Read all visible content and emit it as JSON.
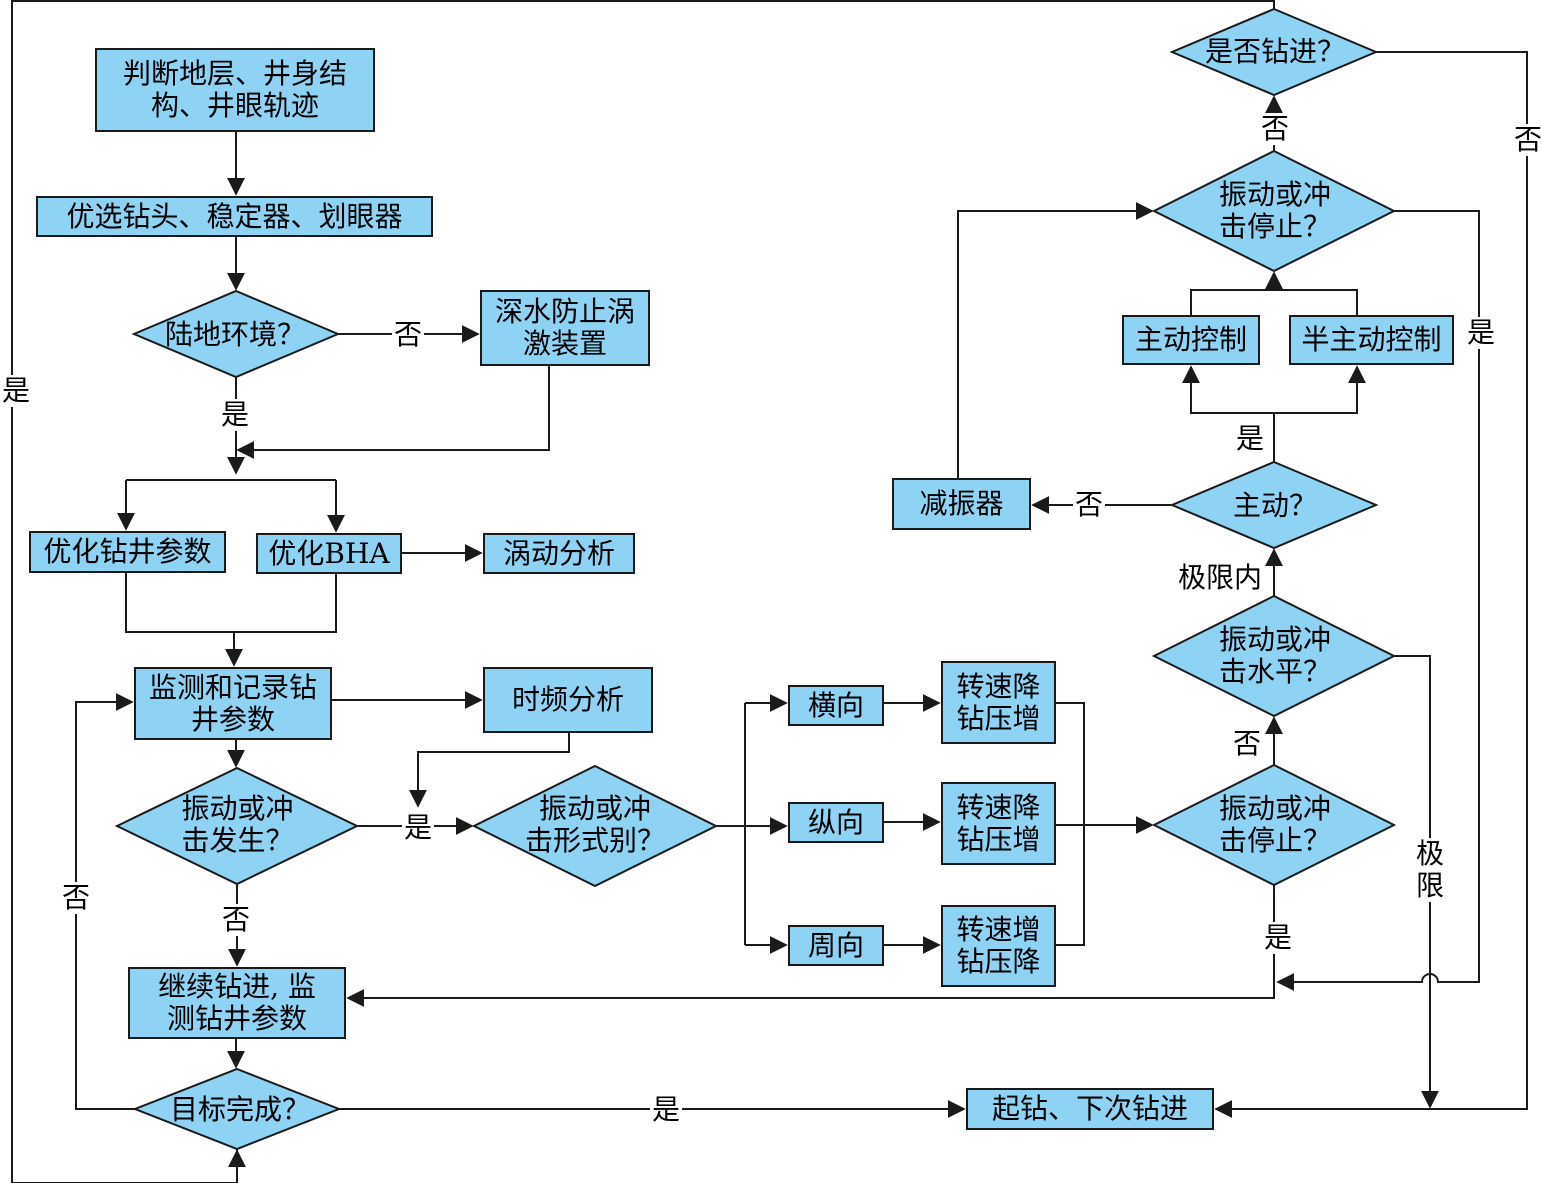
{
  "colors": {
    "box_fill": "#8fd3f4",
    "stroke": "#1a1a1a",
    "background": "#ffffff"
  },
  "nodes": {
    "judge": "判断地层、井身结\n构、井眼轨迹",
    "select_bit": "优选钻头、稳定器、划眼器",
    "land_env": "陆地环境？",
    "deepwater": "深水防止涡\n激装置",
    "opt_params": "优化钻井参数",
    "opt_bha": "优化BHA",
    "whirl": "涡动分析",
    "monitor": "监测和记录钻\n井参数",
    "tf_analysis": "时频分析",
    "vib_occur": "振动或冲\n击发生？",
    "vib_type": "振动或冲\n击形式别？",
    "lateral": "横向",
    "axial": "纵向",
    "torsional": "周向",
    "act_lateral": "转速降\n钻压增",
    "act_axial": "转速降\n钻压增",
    "act_torsional": "转速增\n钻压降",
    "continue_drill": "继续钻进, 监\n测钻井参数",
    "goal_done": "目标完成？",
    "trip": "起钻、下次钻进",
    "vib_stop1": "振动或冲\n击停止？",
    "vib_level": "振动或冲\n击水平？",
    "active_q": "主动？",
    "damper": "减振器",
    "active_ctrl": "主动控制",
    "semi_ctrl": "半主动控制",
    "vib_stop2": "振动或冲\n击停止？",
    "drill_q": "是否钻进？"
  },
  "labels": {
    "land_no": "否",
    "land_yes": "是",
    "occur_yes": "是",
    "occur_no": "否",
    "goal_yes": "是",
    "goal_no": "否",
    "left_yes": "是",
    "stop1_no": "否",
    "stop1_yes": "是",
    "level_within": "极限内",
    "level_limit": "极\n限",
    "active_yes": "是",
    "active_no": "否",
    "stop2_no": "否",
    "stop2_yes": "是",
    "drill_no": "否"
  }
}
